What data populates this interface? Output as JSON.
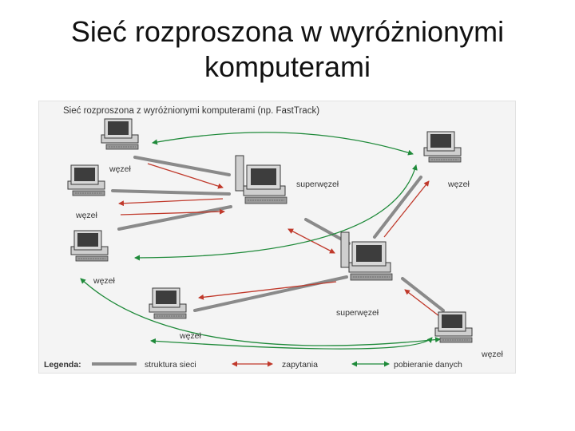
{
  "slide": {
    "title_line1": "Sieć rozproszona w wyróżnionymi",
    "title_line2": "komputerami"
  },
  "diagram": {
    "caption": "Sieć rozproszona z wyróżnionymi komputerami (np. FastTrack)",
    "nodes": [
      {
        "id": "n1",
        "label": ""
      },
      {
        "id": "n2",
        "label": "węzeł"
      },
      {
        "id": "n3",
        "label": "węzeł"
      },
      {
        "id": "n4",
        "label": "węzeł"
      },
      {
        "id": "n5",
        "label": "węzeł"
      },
      {
        "id": "n6",
        "label": "węzeł"
      },
      {
        "id": "n7",
        "label": "węzeł"
      },
      {
        "id": "sp1",
        "label": "superwęzeł"
      },
      {
        "id": "sp2",
        "label": "superwęzeł"
      }
    ],
    "legend": {
      "title": "Legenda:",
      "items": [
        {
          "label": "struktura sieci",
          "kind": "structure"
        },
        {
          "label": "zapytania",
          "kind": "query"
        },
        {
          "label": "pobieranie  danych",
          "kind": "download"
        }
      ]
    },
    "colors": {
      "structure": "#8a8a8a",
      "query": "#c0392b",
      "download": "#1f8a3a"
    }
  }
}
